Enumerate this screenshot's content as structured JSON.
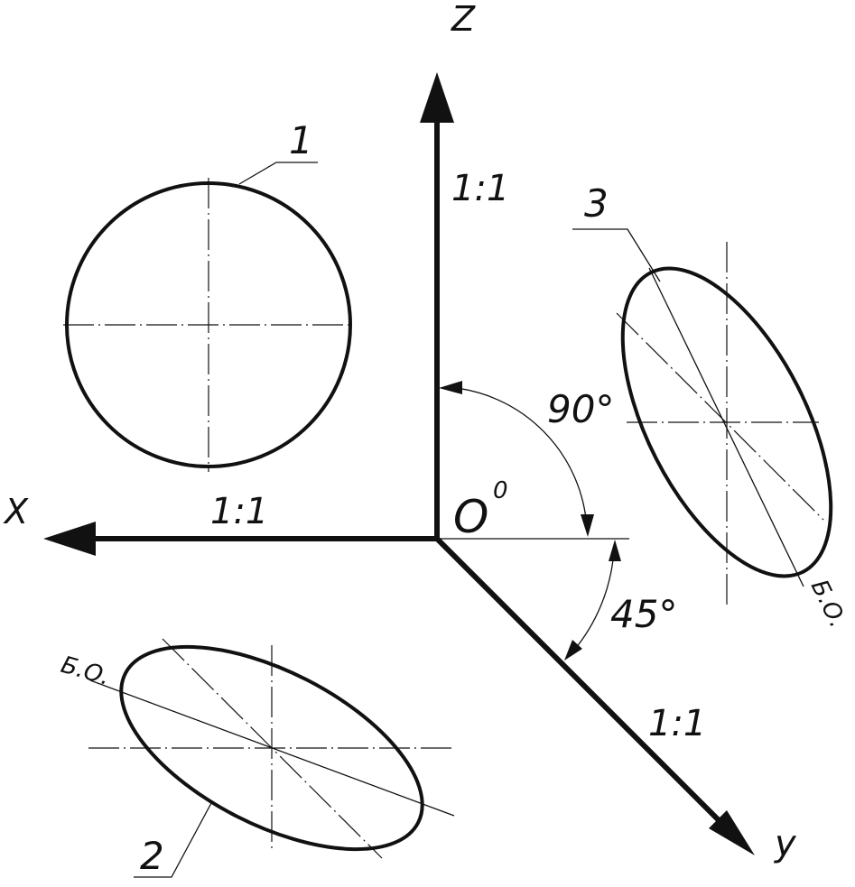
{
  "axes": {
    "z": {
      "label": "Z",
      "scale": "1:1"
    },
    "x": {
      "label": "X",
      "scale": "1:1"
    },
    "y": {
      "label": "y",
      "scale": "1:1"
    }
  },
  "origin": {
    "label": "O",
    "superscript": "0"
  },
  "angles": {
    "zy": "90°",
    "xy": "45°"
  },
  "callouts": {
    "circle": "1",
    "ellipse_xy": "2",
    "ellipse_zy": "3"
  },
  "major_axis_label": "Б.О.",
  "colors": {
    "ink": "#111111",
    "paper": "#ffffff"
  }
}
